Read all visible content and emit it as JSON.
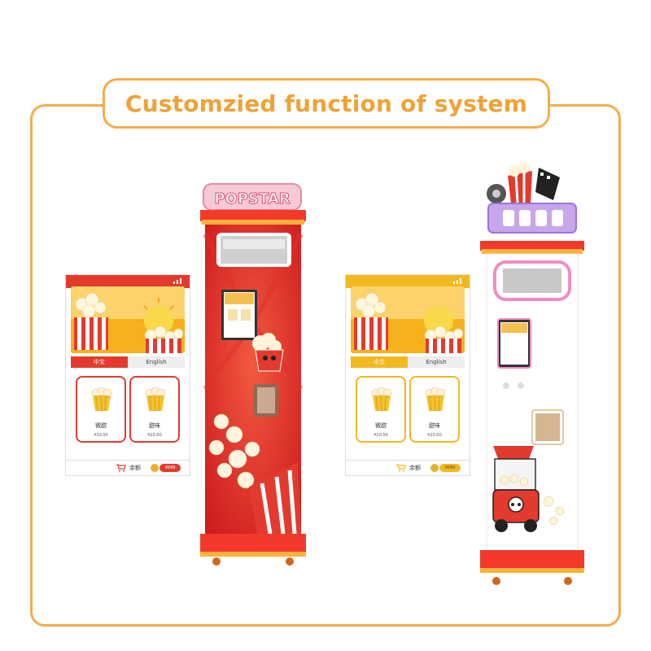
{
  "header": {
    "title": "Customzied function of system"
  },
  "machine_left": {
    "brand": "POPSTAR"
  },
  "screens": [
    {
      "theme": "red",
      "accent": "#e23b2e",
      "tabs": [
        {
          "label": "中文",
          "active": true
        },
        {
          "label": "English",
          "active": false
        }
      ],
      "products": [
        {
          "name": "微甜",
          "price": "¥20.00"
        },
        {
          "name": "甜味",
          "price": "¥20.00"
        }
      ],
      "footer": {
        "balance_label": "余额",
        "balance_value": "9999"
      }
    },
    {
      "theme": "yellow",
      "accent": "#f2b91f",
      "tabs": [
        {
          "label": "中文",
          "active": true
        },
        {
          "label": "English",
          "active": false
        }
      ],
      "products": [
        {
          "name": "微甜",
          "price": "¥20.00"
        },
        {
          "name": "甜味",
          "price": "¥20.00"
        }
      ],
      "footer": {
        "balance_label": "余额",
        "balance_value": "9999"
      }
    }
  ],
  "icons": [
    "signal-icon",
    "cart-icon",
    "coin-icon",
    "popcorn-cup-icon"
  ]
}
